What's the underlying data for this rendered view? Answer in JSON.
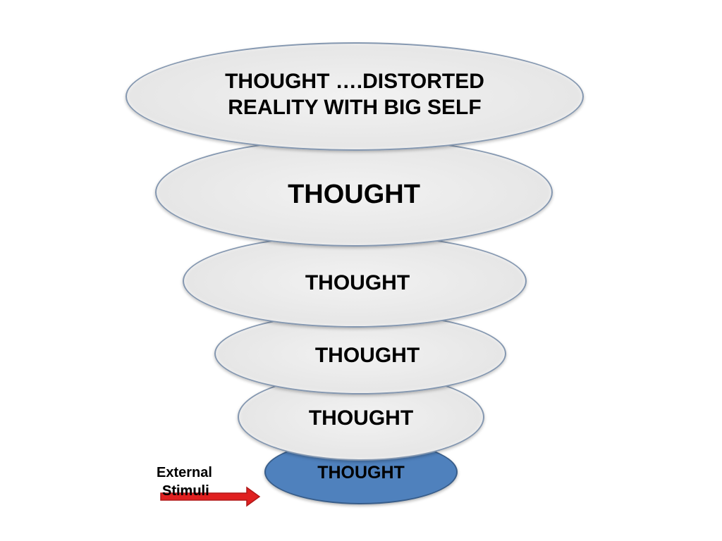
{
  "diagram": {
    "levels": [
      {
        "label": "THOUGHT ….DISTORTED\nREALITY WITH BIG SELF",
        "fill": "#e6e6e6"
      },
      {
        "label": "THOUGHT",
        "fill": "#e6e6e6"
      },
      {
        "label": "THOUGHT",
        "fill": "#e6e6e6"
      },
      {
        "label": "THOUGHT",
        "fill": "#e6e6e6"
      },
      {
        "label": "THOUGHT",
        "fill": "#e6e6e6"
      },
      {
        "label": "THOUGHT",
        "fill": "#4f81bd"
      }
    ],
    "external_stimuli": {
      "line1": "External",
      "line2": "Stimuli",
      "arrow_color": "#e02020"
    }
  }
}
